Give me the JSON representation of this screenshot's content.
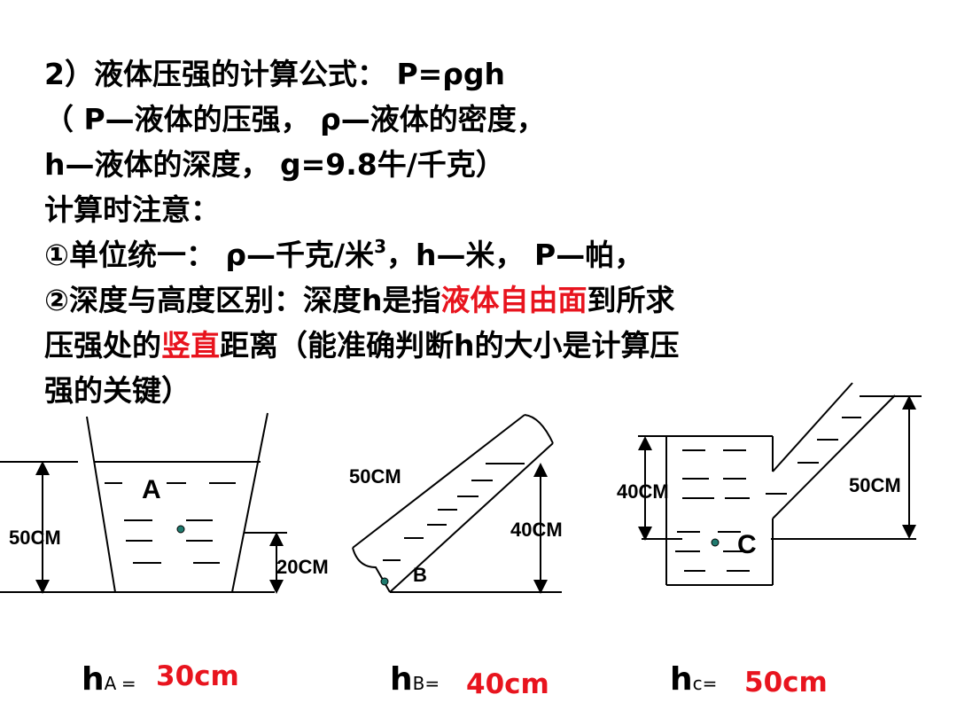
{
  "text": {
    "line1": "2）液体压强的计算公式：  P=ρgh",
    "line2": "（ P—液体的压强，  ρ—液体的密度，",
    "line3": "h—液体的深度，  g=9.8牛/千克）",
    "line4": "计算时注意：",
    "line5_pre": "①单位统一：  ρ—千克/米",
    "line5_sup": "3",
    "line5_post": "，h—米，  P—帕，",
    "line6_pre": "②深度与高度区别：深度h是指",
    "line6_red": "液体自由面",
    "line6_post": "到所求",
    "line7_pre": "压强处的",
    "line7_red": "竖直",
    "line7_post": "距离（能准确判断h的大小是计算压",
    "line8": "强的关键）"
  },
  "diagram": {
    "A": {
      "label": "A",
      "dim_total": "50CM",
      "dim_point": "20CM"
    },
    "B": {
      "label": "B",
      "dim_slant": "50CM",
      "dim_vertical": "40CM"
    },
    "C": {
      "label": "C",
      "dim_inner": "40CM",
      "dim_outer": "50CM"
    }
  },
  "answers": {
    "a": {
      "h": "h",
      "sub": "A",
      "eq": "=",
      "value": "30cm"
    },
    "b": {
      "h": "h",
      "sub": "B",
      "eq": "=",
      "value": "40cm"
    },
    "c": {
      "h": "h",
      "sub": "c",
      "eq": "=",
      "value": "50cm"
    }
  },
  "colors": {
    "highlight": "#e8141e",
    "point": "#1f7a6e"
  }
}
